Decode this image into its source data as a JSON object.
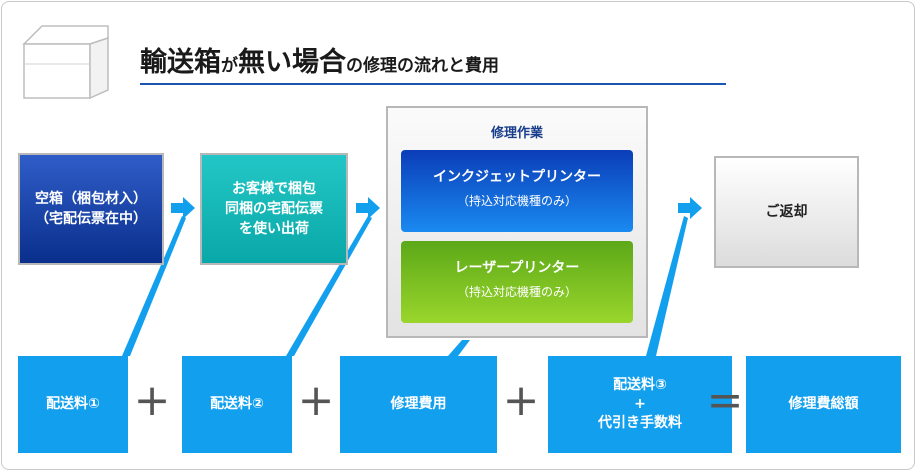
{
  "title": {
    "part1": "輸送箱",
    "part2": "が",
    "part3": "無い場合",
    "part4": "の修理の流れと費用"
  },
  "steps": {
    "step1": {
      "line1": "空箱（梱包材入）",
      "line2": "（宅配伝票在中）"
    },
    "step2": {
      "line1": "お客様で梱包",
      "line2": "同梱の宅配伝票",
      "line3": "を使い出荷"
    },
    "repair": {
      "title": "修理作業",
      "inkjet": {
        "label": "インクジェットプリンター",
        "note": "（持込対応機種のみ）"
      },
      "laser": {
        "label": "レーザープリンター",
        "note": "（持込対応機種のみ）"
      }
    },
    "step4": {
      "line1": "ご返却"
    }
  },
  "costs": {
    "c1": "配送料①",
    "op1": "+",
    "c2": "配送料②",
    "op2": "+",
    "c3": "修理費用",
    "op3": "+",
    "c4_line1": "配送料③",
    "c4_plus": "+",
    "c4_line2": "代引き手数料",
    "op4": "=",
    "c5": "修理費総額"
  },
  "colors": {
    "accent_blue": "#12a0ee",
    "title_rule": "#1a56b0",
    "step1": "#1a46b0",
    "step2": "#16b8b8",
    "inkjet": "#1563d4",
    "laser": "#7cc020"
  },
  "icons": [
    "box-outline-icon",
    "right-arrow-icon"
  ]
}
